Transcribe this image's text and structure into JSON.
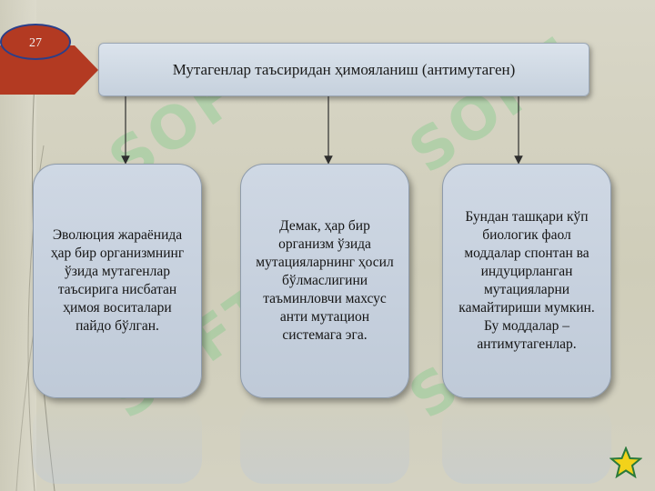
{
  "slide": {
    "number": "27",
    "title": "Мутагенлар таъсиридан ҳимояланиш (антимутаген)",
    "watermark_text": "SOFT"
  },
  "cards": [
    {
      "text": "Эволюция жараёнида ҳар бир организмнинг ўзида мутагенлар таъсирига нисбатан ҳимоя воситалари пайдо бўлган."
    },
    {
      "text": "Демак, ҳар бир организм ўзида мутацияларнинг ҳосил бўлмаслигини таъминловчи махсус анти мутацион системага эга."
    },
    {
      "text": "Бундан ташқари кўп биологик фаол моддалар спонтан ва индуцирланган мутацияларни камайтириши мумкин. Бу моддалар – антимутагенлар."
    }
  ],
  "colors": {
    "slide_number_fill": "#b33a22",
    "slide_number_border": "#2a3f8a",
    "box_fill": "#c6d1dd",
    "star_fill": "#f2d21a",
    "star_outline": "#2a7a3a"
  },
  "icons": {
    "corner": "star-icon"
  }
}
